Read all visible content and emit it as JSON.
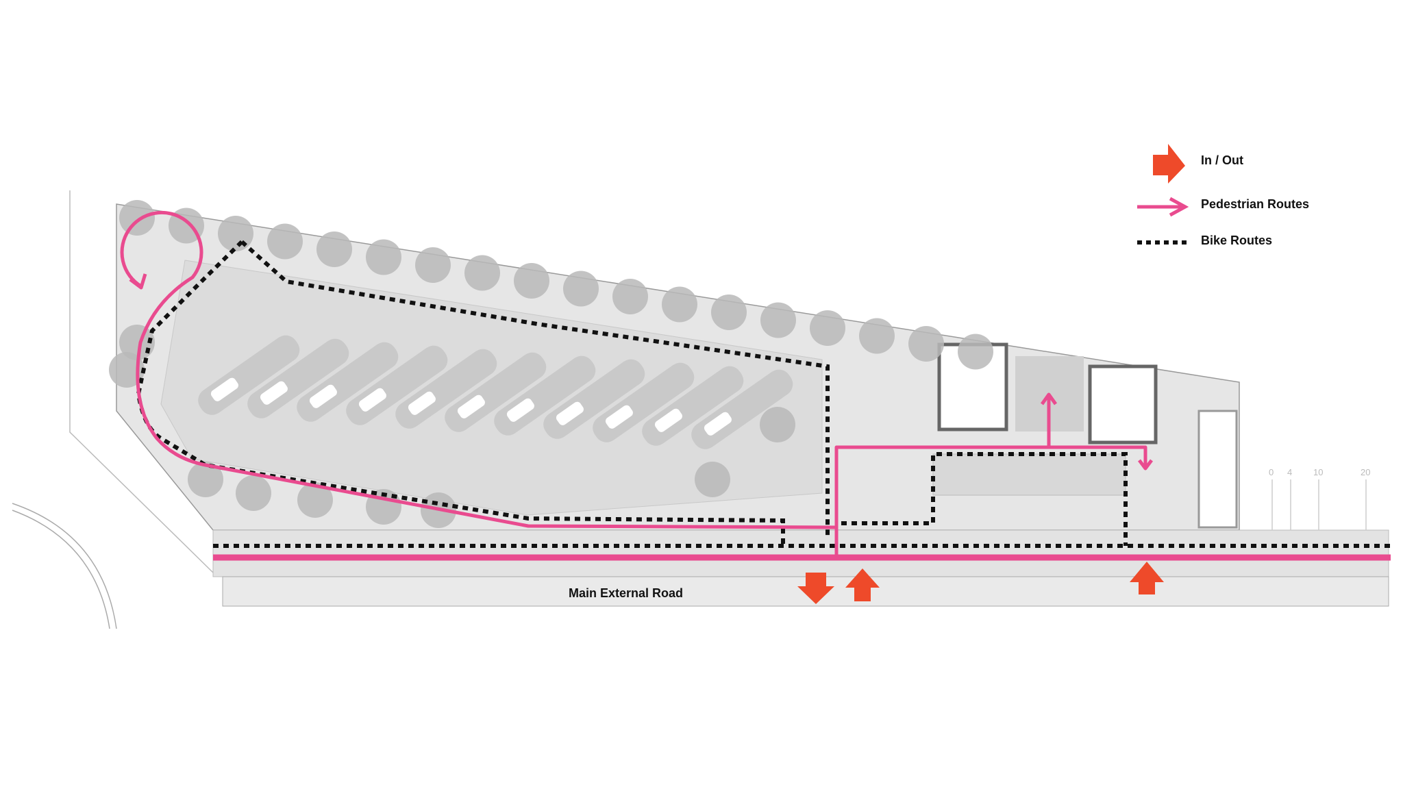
{
  "legend": {
    "in_out": "In / Out",
    "pedestrian": "Pedestrian Routes",
    "bike": "Bike Routes"
  },
  "road_label": "Main External Road",
  "scale": [
    "0",
    "4",
    "10",
    "20"
  ],
  "colors": {
    "in_out": "#ee4a2a",
    "pedestrian": "#e94b8f",
    "bike": "#111111",
    "site": "#e4e4e4",
    "tree": "#b5b5b5"
  }
}
